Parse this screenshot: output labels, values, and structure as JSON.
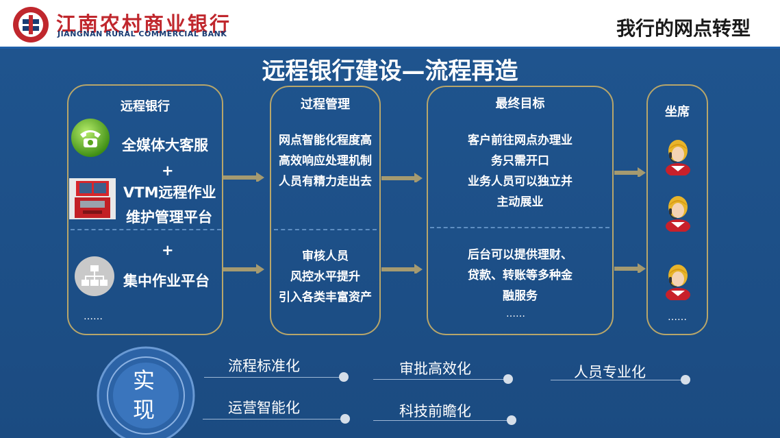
{
  "header": {
    "logo_cn": "江南农村商业银行",
    "logo_en": "JIANGNAN RURAL COMMERCIAL BANK",
    "title": "我行的网点转型"
  },
  "main_title": "远程银行建设—流程再造",
  "remote_bank": {
    "title": "远程银行",
    "item1": "全媒体大客服",
    "plus1": "+",
    "item2_line1": "VTM远程作业",
    "item2_line2": "维护管理平台",
    "plus2": "+",
    "item3": "集中作业平台",
    "more": "……"
  },
  "process_mgmt": {
    "title": "过程管理",
    "top_lines": [
      "网点智能化程度高",
      "高效响应处理机制",
      "人员有精力走出去"
    ],
    "bottom_lines": [
      "审核人员",
      "风控水平提升",
      "引入各类丰富资产"
    ]
  },
  "final_goal": {
    "title": "最终目标",
    "top_lines": [
      "客户前往网点办理业",
      "务只需开口",
      "业务人员可以独立并",
      "主动展业"
    ],
    "bottom_lines": [
      "后台可以提供理财、",
      "贷款、转账等多种金",
      "融服务"
    ],
    "more": "……"
  },
  "seats": {
    "title": "坐席",
    "more": "……"
  },
  "realize": {
    "char1": "实",
    "char2": "现",
    "items": [
      "流程标准化",
      "审批高效化",
      "人员专业化",
      "运营智能化",
      "科技前瞻化"
    ]
  },
  "colors": {
    "background": "#1d4f86",
    "panel_border": "#b8a66a",
    "brand_red": "#c0272d"
  }
}
